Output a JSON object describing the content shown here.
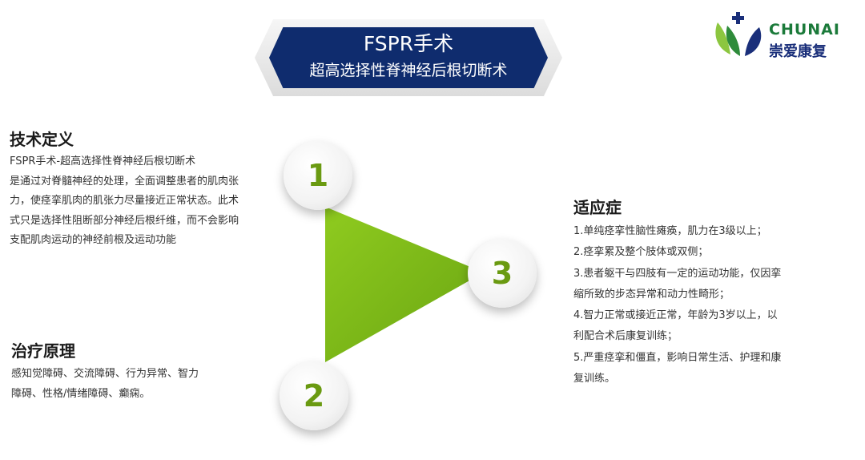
{
  "banner": {
    "title": "FSPR手术",
    "subtitle": "超高选择性脊神经后根切断术"
  },
  "logo": {
    "brand_en": "CHUNAI",
    "brand_cn": "崇爱康复",
    "icon": "leaf-cross-logo-icon"
  },
  "colors": {
    "navy": "#0f2c6e",
    "green": "#7cb518",
    "number_green": "#6a9a11"
  },
  "definition": {
    "heading": "技术定义",
    "lines": [
      "FSPR手术-超高选择性脊神经后根切断术",
      "是通过对脊髓神经的处理，全面调整患者的肌肉张",
      "力，使痉挛肌肉的肌张力尽量接近正常状态。此术",
      "式只是选择性阻断部分神经后根纤维，而不会影响",
      "支配肌肉运动的神经前根及运动功能"
    ]
  },
  "principle": {
    "heading": "治疗原理",
    "lines": [
      "感知觉障碍、交流障碍、行为异常、智力",
      "障碍、性格/情绪障碍、癫痫。"
    ]
  },
  "indications": {
    "heading": "适应症",
    "lines": [
      "1.单纯痉挛性脑性瘫痪，肌力在3级以上；",
      "2.痉挛累及整个肢体或双侧；",
      "3.患者躯干与四肢有一定的运动功能，仅因挛",
      "缩所致的步态异常和动力性畸形；",
      "4.智力正常或接近正常，年龄为3岁以上，以",
      "利配合术后康复训练；",
      "5.严重痉挛和僵直，影响日常生活、护理和康",
      "复训练。"
    ]
  },
  "diagram": {
    "numbers": [
      "1",
      "2",
      "3"
    ]
  }
}
